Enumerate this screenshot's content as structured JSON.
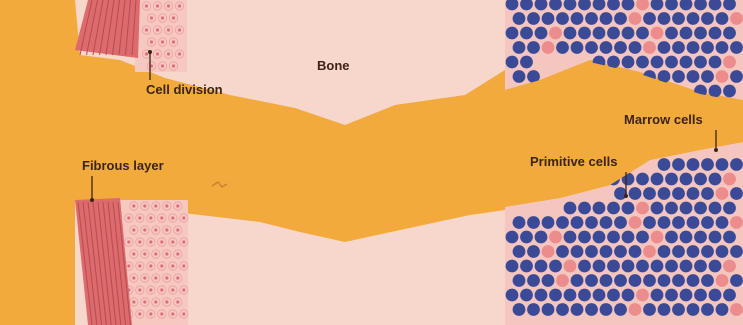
{
  "labels": {
    "cell_division": "Cell division",
    "bone": "Bone",
    "marrow_cells": "Marrow cells",
    "fibrous_layer": "Fibrous layer",
    "primitive_cells": "Primitive cells"
  },
  "colors": {
    "background_tissue": "#f2aa3c",
    "bone": "#f7d6cc",
    "muscle": "#dd6a6c",
    "cell_layer": "#f6c8c0",
    "cell_nucleus": "#e06e78",
    "marrow_blue": "#3a4a96",
    "marrow_pink": "#ec8c8c",
    "label_text": "#3b2414"
  }
}
